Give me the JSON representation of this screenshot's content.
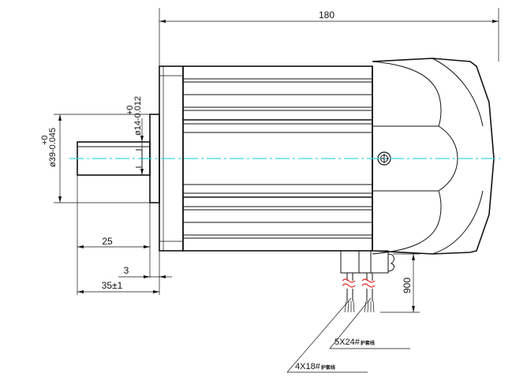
{
  "dimensions": {
    "overall_length": "180",
    "shaft_length": "25",
    "flange_thickness": "3",
    "shaft_with_tol": "35±1",
    "cable_length": "900"
  },
  "tolerances": {
    "pilot_diameter": "ø39-0.045",
    "pilot_upper": "+0",
    "shaft_diameter": "ø14-0.012",
    "shaft_upper": "+0"
  },
  "cables": {
    "power_cable": "5X24#",
    "power_cable_suffix": "护套线",
    "signal_cable": "4X18#",
    "signal_cable_suffix": "护套线"
  },
  "colors": {
    "line": "#111111",
    "centerline": "#39d6e6",
    "cable_break": "#e0302a"
  },
  "icons": {
    "ground_screw": "ground-screw-icon"
  }
}
